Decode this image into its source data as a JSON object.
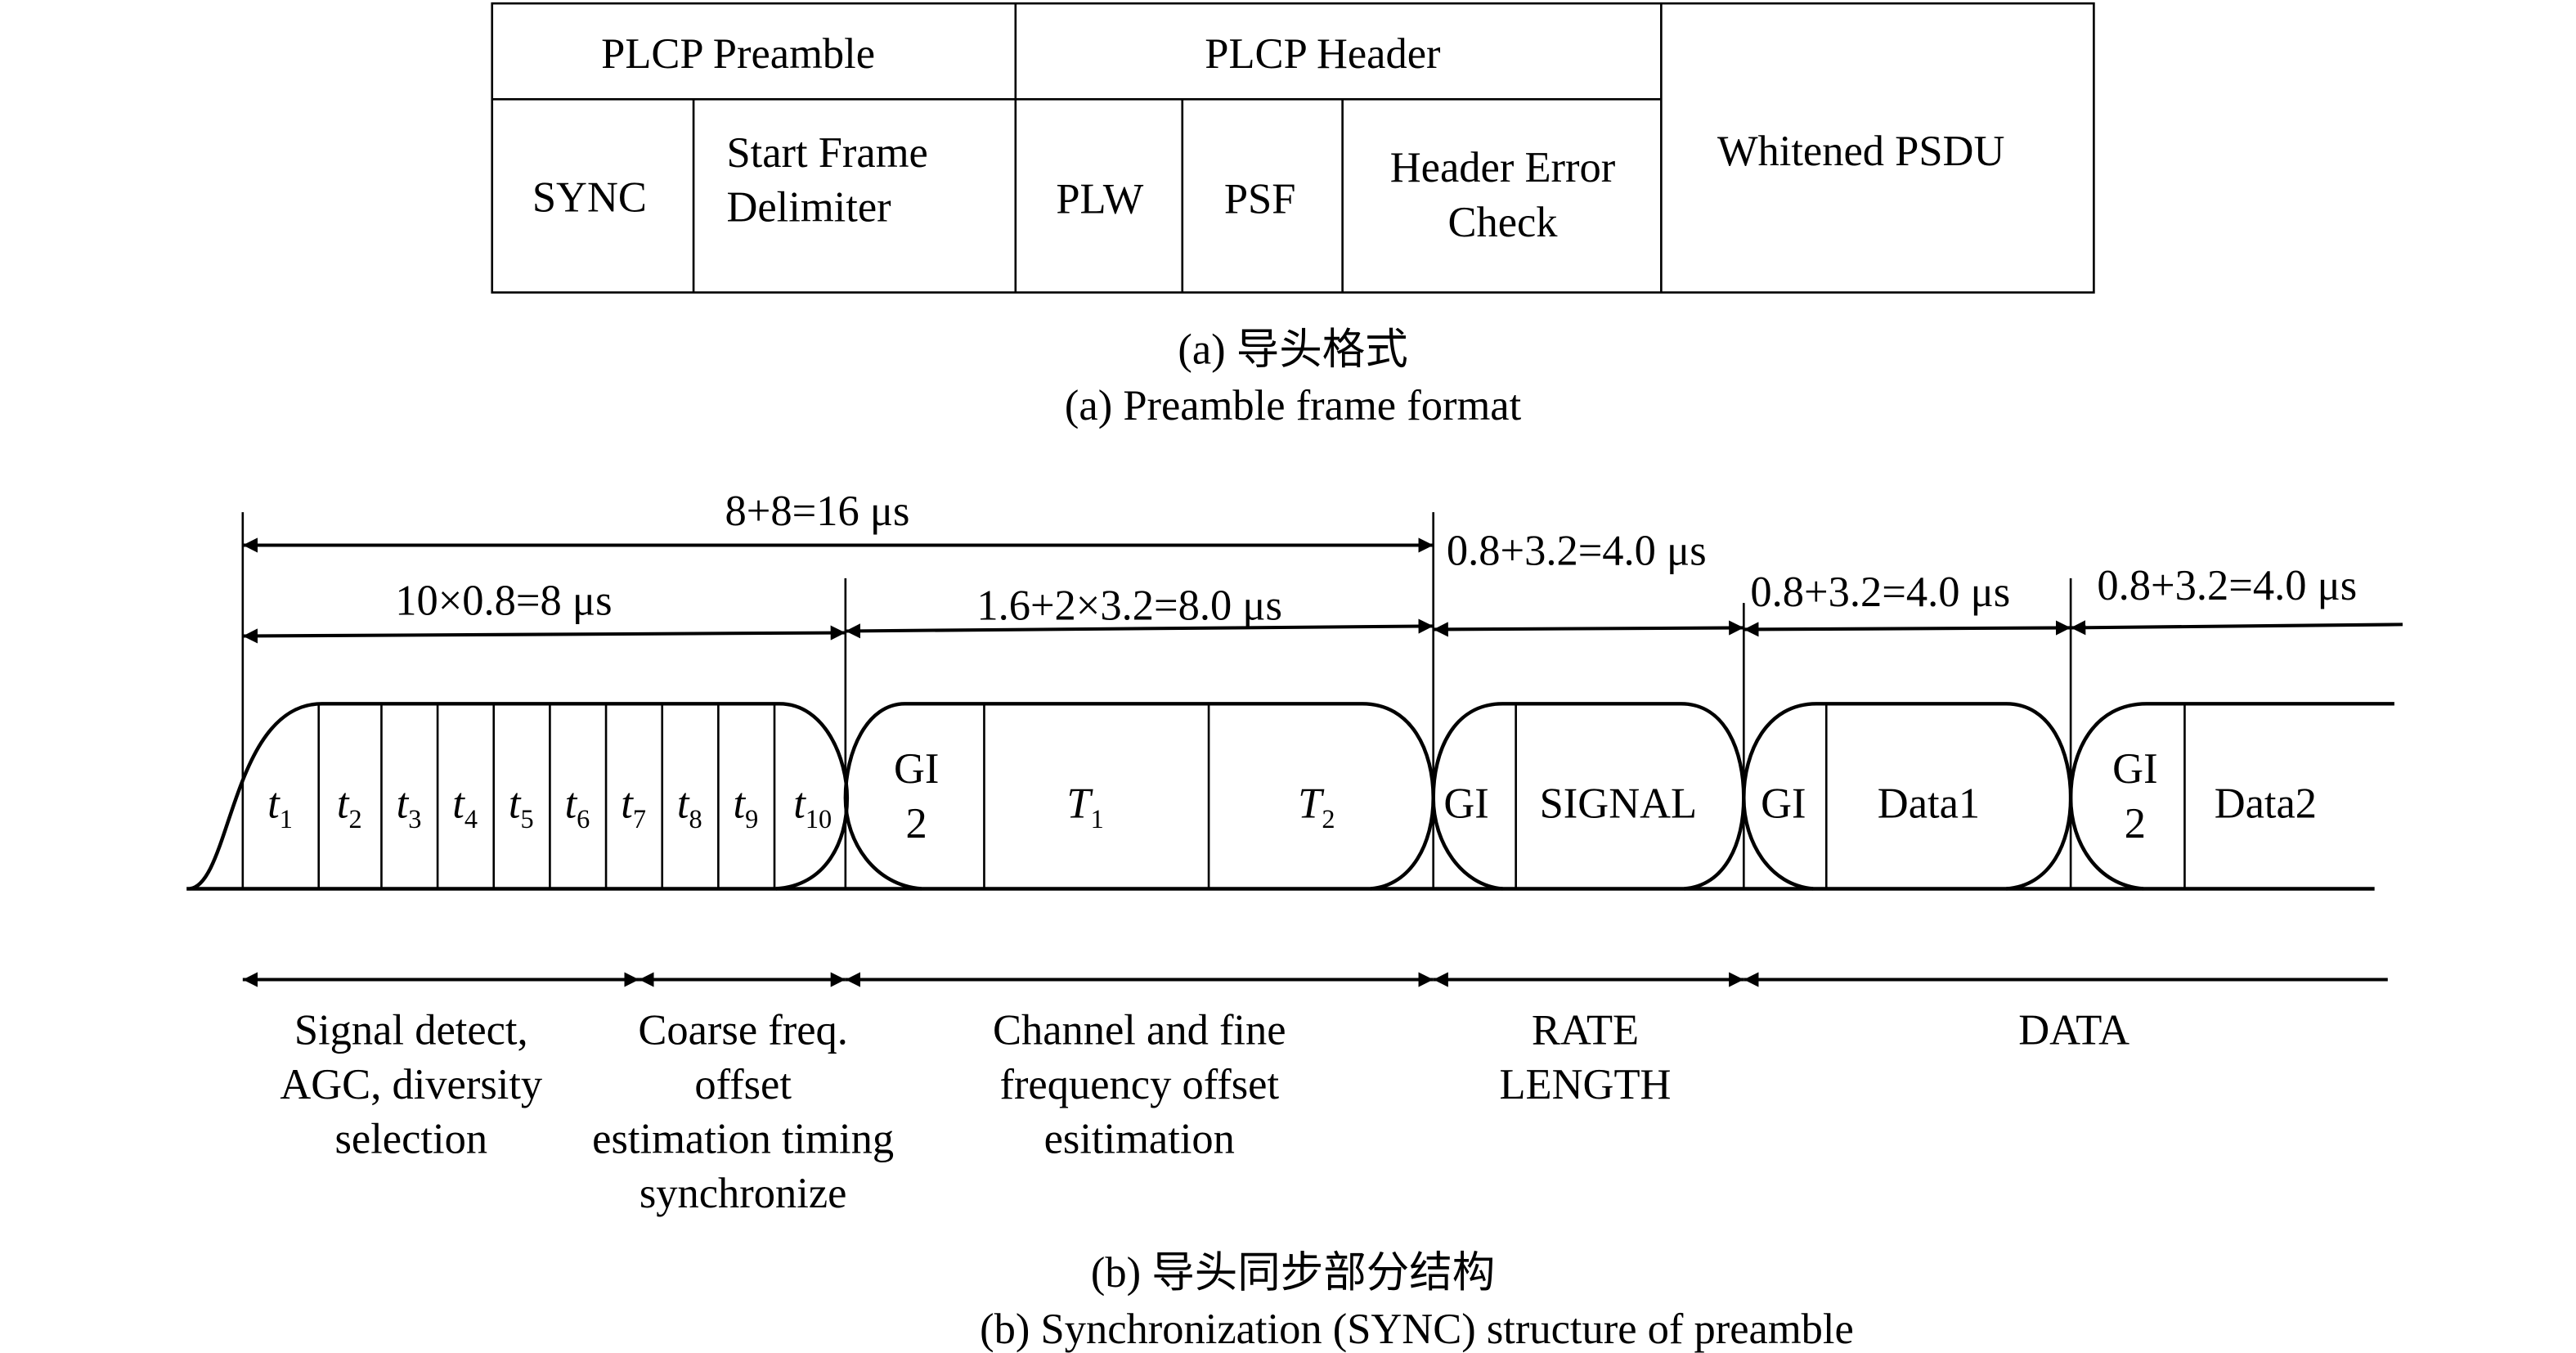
{
  "frame_table": {
    "groups": {
      "preamble": "PLCP Preamble",
      "header": "PLCP Header",
      "psdu": "Whitened PSDU"
    },
    "fields": {
      "sync": "SYNC",
      "sfd_1": "Start Frame",
      "sfd_2": "Delimiter",
      "plw": "PLW",
      "psf": "PSF",
      "hec_1": "Header Error",
      "hec_2": "Check"
    }
  },
  "caption_a": {
    "cn": "(a) 导头格式",
    "en": "(a) Preamble frame format"
  },
  "dimensions": {
    "total": "8+8=16 μs",
    "short": "10×0.8=8 μs",
    "long": "1.6+2×3.2=8.0 μs",
    "signal": "0.8+3.2=4.0 μs",
    "data1": "0.8+3.2=4.0 μs",
    "data2": "0.8+3.2=4.0 μs"
  },
  "symbols": {
    "t": "t",
    "short_indices": [
      "1",
      "2",
      "3",
      "4",
      "5",
      "6",
      "7",
      "8",
      "9",
      "10"
    ],
    "gi2_1": "GI",
    "gi2_2": "2",
    "T": "T",
    "T1_idx": "1",
    "T2_idx": "2",
    "gi": "GI",
    "signal": "SIGNAL",
    "data1": "Data1",
    "data2": "Data2"
  },
  "functions": {
    "signal_detect": [
      "Signal detect,",
      "AGC, diversity",
      "selection"
    ],
    "coarse": [
      "Coarse freq.",
      "offset",
      "estimation timing",
      "synchronize"
    ],
    "channel": [
      "Channel and fine",
      "frequency offset",
      "esitimation"
    ],
    "rate": [
      "RATE",
      "LENGTH"
    ],
    "data": [
      "DATA"
    ]
  },
  "caption_b": {
    "cn": "(b) 导头同步部分结构",
    "en": "(b) Synchronization (SYNC) structure of preamble"
  }
}
